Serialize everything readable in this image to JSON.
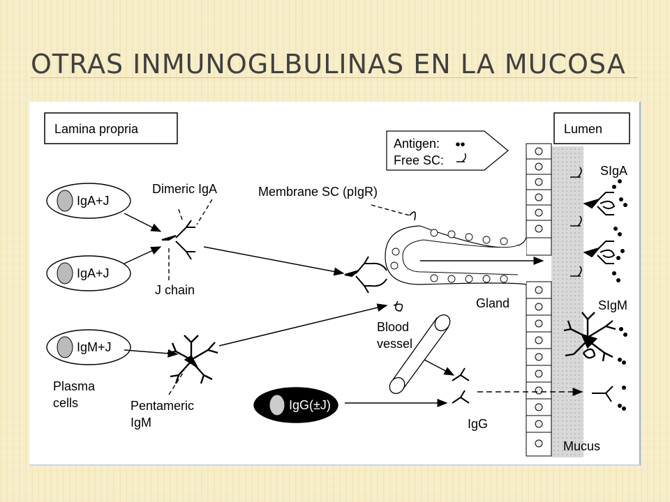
{
  "slide": {
    "title": "Otras inmunoglbulinas en la mucosa"
  },
  "diagram": {
    "lamina_propria_label": "Lamina propria",
    "lumen_label": "Lumen",
    "legend": {
      "antigen_label": "Antigen:",
      "free_sc_label": "Free SC:"
    },
    "plasma_cells": [
      "IgA+J",
      "IgA+J",
      "IgM+J",
      "IgG(±J)"
    ],
    "labels": {
      "dimeric_iga": "Dimeric IgA",
      "j_chain": "J chain",
      "membrane_sc": "Membrane SC (pIgR)",
      "gland": "Gland",
      "blood_vessel_1": "Blood",
      "blood_vessel_2": "vessel",
      "plasma_cells_1": "Plasma",
      "plasma_cells_2": "cells",
      "pentameric_1": "Pentameric",
      "pentameric_2": "IgM",
      "igg": "IgG",
      "siga": "SIgA",
      "sigm": "SIgM",
      "mucus": "Mucus"
    }
  }
}
